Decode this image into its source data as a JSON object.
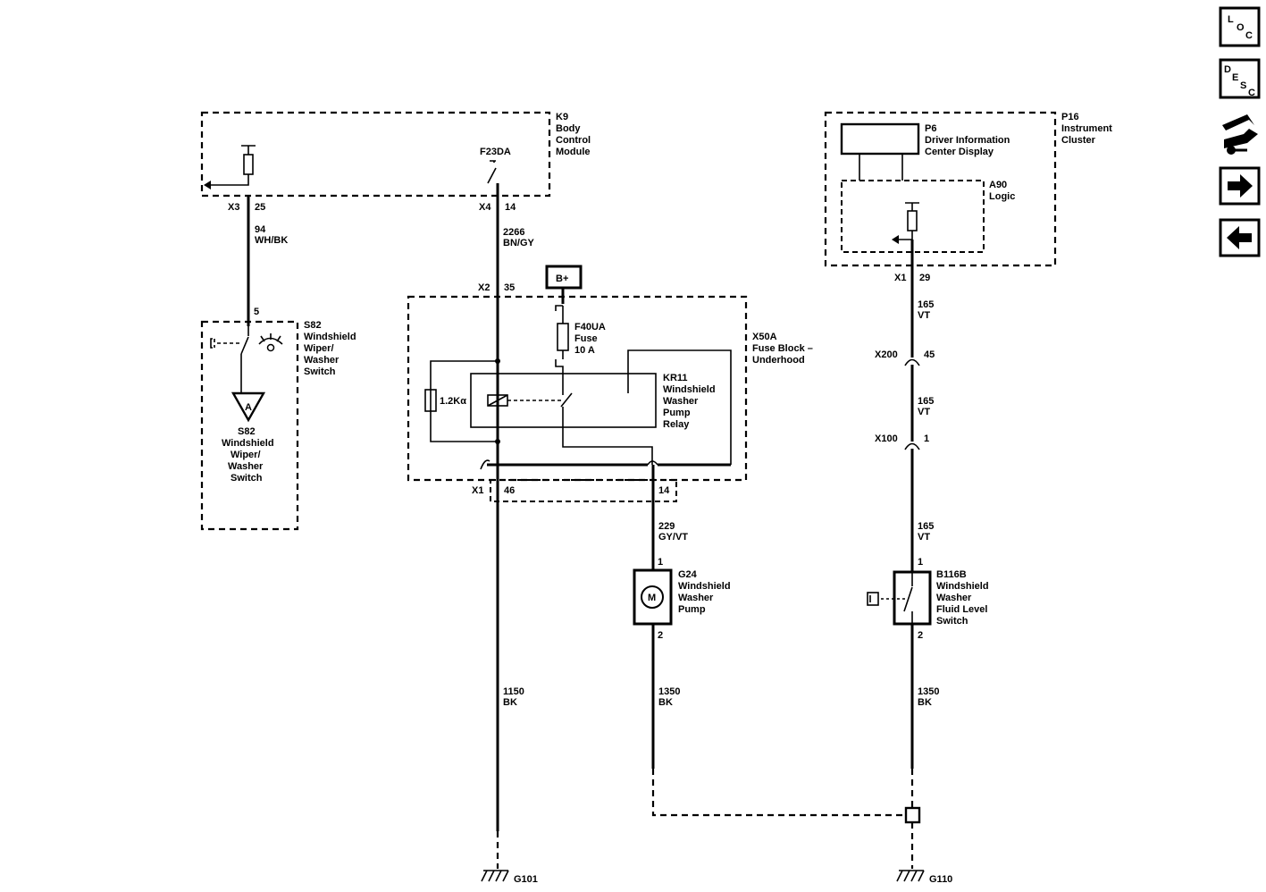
{
  "modules": {
    "k9": {
      "id": "K9",
      "name_lines": [
        "Body",
        "Control",
        "Module"
      ]
    },
    "p16": {
      "id": "P16",
      "name_lines": [
        "Instrument",
        "Cluster"
      ]
    },
    "p6": {
      "id": "P6",
      "name_lines": [
        "Driver Information",
        "Center Display"
      ]
    },
    "a90": {
      "id": "A90",
      "name_lines": [
        "Logic"
      ]
    },
    "x50a": {
      "id": "X50A",
      "name_lines": [
        "Fuse Block –",
        "Underhood"
      ]
    },
    "s82_top": {
      "id": "S82",
      "name_lines": [
        "Windshield",
        "Wiper/",
        "Washer",
        "Switch"
      ]
    },
    "s82_bottom": {
      "id": "S82",
      "name_lines": [
        "Windshield",
        "Wiper/",
        "Washer",
        "Switch"
      ]
    },
    "kr11": {
      "id": "KR11",
      "name_lines": [
        "Windshield",
        "Washer",
        "Pump",
        "Relay"
      ]
    },
    "f40ua": {
      "id": "F40UA",
      "name_lines": [
        "Fuse",
        "10 A"
      ]
    },
    "g24": {
      "id": "G24",
      "name_lines": [
        "Windshield",
        "Washer",
        "Pump"
      ]
    },
    "b116b": {
      "id": "B116B",
      "name_lines": [
        "Windshield",
        "Washer",
        "Fluid Level",
        "Switch"
      ]
    }
  },
  "labels": {
    "f23da": "F23DA",
    "bplus": "B+",
    "resistor": "1.2Kα",
    "offpage_ref": "A",
    "motor": "M"
  },
  "connectors": {
    "x3": "X3",
    "x3_pin": "25",
    "x4": "X4",
    "x4_pin": "14",
    "s82_pin": "5",
    "x2": "X2",
    "x2_pin": "35",
    "x1_fb": "X1",
    "x1_fb_pin46": "46",
    "x1_fb_pin14": "14",
    "g24_pin1": "1",
    "g24_pin2": "2",
    "x1_ic": "X1",
    "x1_ic_pin": "29",
    "x200": "X200",
    "x200_pin": "45",
    "x100": "X100",
    "x100_pin": "1",
    "b116b_pin1": "1",
    "b116b_pin2": "2"
  },
  "wires": {
    "w94": {
      "circuit": "94",
      "color": "WH/BK"
    },
    "w2266": {
      "circuit": "2266",
      "color": "BN/GY"
    },
    "w229": {
      "circuit": "229",
      "color": "GY/VT"
    },
    "w1150": {
      "circuit": "1150",
      "color": "BK"
    },
    "w1350a": {
      "circuit": "1350",
      "color": "BK"
    },
    "w165a": {
      "circuit": "165",
      "color": "VT"
    },
    "w165b": {
      "circuit": "165",
      "color": "VT"
    },
    "w165c": {
      "circuit": "165",
      "color": "VT"
    },
    "w1350b": {
      "circuit": "1350",
      "color": "BK"
    }
  },
  "grounds": {
    "g101": "G101",
    "g110": "G110"
  },
  "nav": {
    "loc": {
      "l": "L",
      "o": "O",
      "c": "C"
    },
    "desc": {
      "d": "D",
      "e": "E",
      "s": "S",
      "c": "C"
    }
  }
}
